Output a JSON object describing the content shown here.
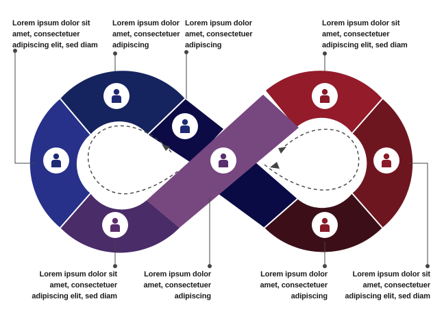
{
  "colors": {
    "blue_top": "#15235e",
    "blue_left": "#27318a",
    "navy_small": "#0c0b45",
    "purple_lower_left": "#4a2c68",
    "purple_band": "#77477f",
    "navy_center": "#0a0a45",
    "red_top": "#931b2a",
    "red_right": "#6e1620",
    "red_bottom": "#3c0f18",
    "icon_blue": "#1f2a74",
    "icon_purple": "#5a2f6e",
    "icon_red": "#8a1a28",
    "connector": "#444444",
    "dash_arrow": "#444444"
  },
  "icons": [
    "person-icon"
  ],
  "labels": {
    "top_far_left": [
      "Lorem ipsum dolor sit",
      "amet, consectetuer",
      "adipiscing elit, sed diam"
    ],
    "top_mid_left": [
      "Lorem ipsum dolor",
      "amet, consectetuer",
      "adipiscing"
    ],
    "top_center": [
      "Lorem ipsum dolor",
      "amet, consectetuer",
      "adipiscing"
    ],
    "top_right": [
      "Lorem ipsum dolor sit",
      "amet, consectetuer",
      "adipiscing elit, sed diam"
    ],
    "bottom_left": [
      "Lorem ipsum dolor sit",
      "amet, consectetuer",
      "adipiscing elit, sed diam"
    ],
    "bottom_mid_left": [
      "Lorem ipsum dolor",
      "amet, consectetuer",
      "adipiscing"
    ],
    "bottom_mid_right": [
      "Lorem ipsum dolor",
      "amet, consectetuer",
      "adipiscing"
    ],
    "bottom_right": [
      "Lorem ipsum dolor sit",
      "amet, consectetuer",
      "adipiscing elit, sed diam"
    ]
  }
}
